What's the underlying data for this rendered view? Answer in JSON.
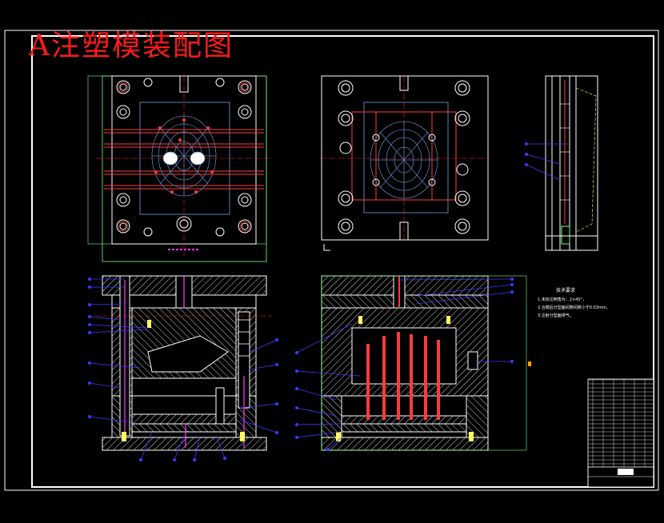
{
  "drawing": {
    "title": "A注塑模装配图",
    "tech_requirements": {
      "heading": "技术要求",
      "items": [
        "1.未标注倒角为：2×45°，",
        "2.合模后分型面间隙间隙小于0.03mm，",
        "3.注射分型面排气。"
      ]
    }
  },
  "colors": {
    "background": "#000000",
    "frame": "#ffffff",
    "title": "#ff1a1a",
    "outline": "#ffffff",
    "cavity": "#5a7fb5",
    "cooling": "#ff3b3b",
    "hatch": "#d8d8d8",
    "leader": "#3b3bff",
    "boundary": "#7cff7c",
    "center_line": "#ff2020"
  },
  "icons": {
    "mold_top_view": "mold-plan-view-with-face-cavity",
    "cavity_plan_view": "cavity-plate-plan-view",
    "side_view": "mold-side-view",
    "front_section": "mold-cross-section-left",
    "side_section": "mold-cross-section-right",
    "title_block": "drawing-title-block"
  }
}
